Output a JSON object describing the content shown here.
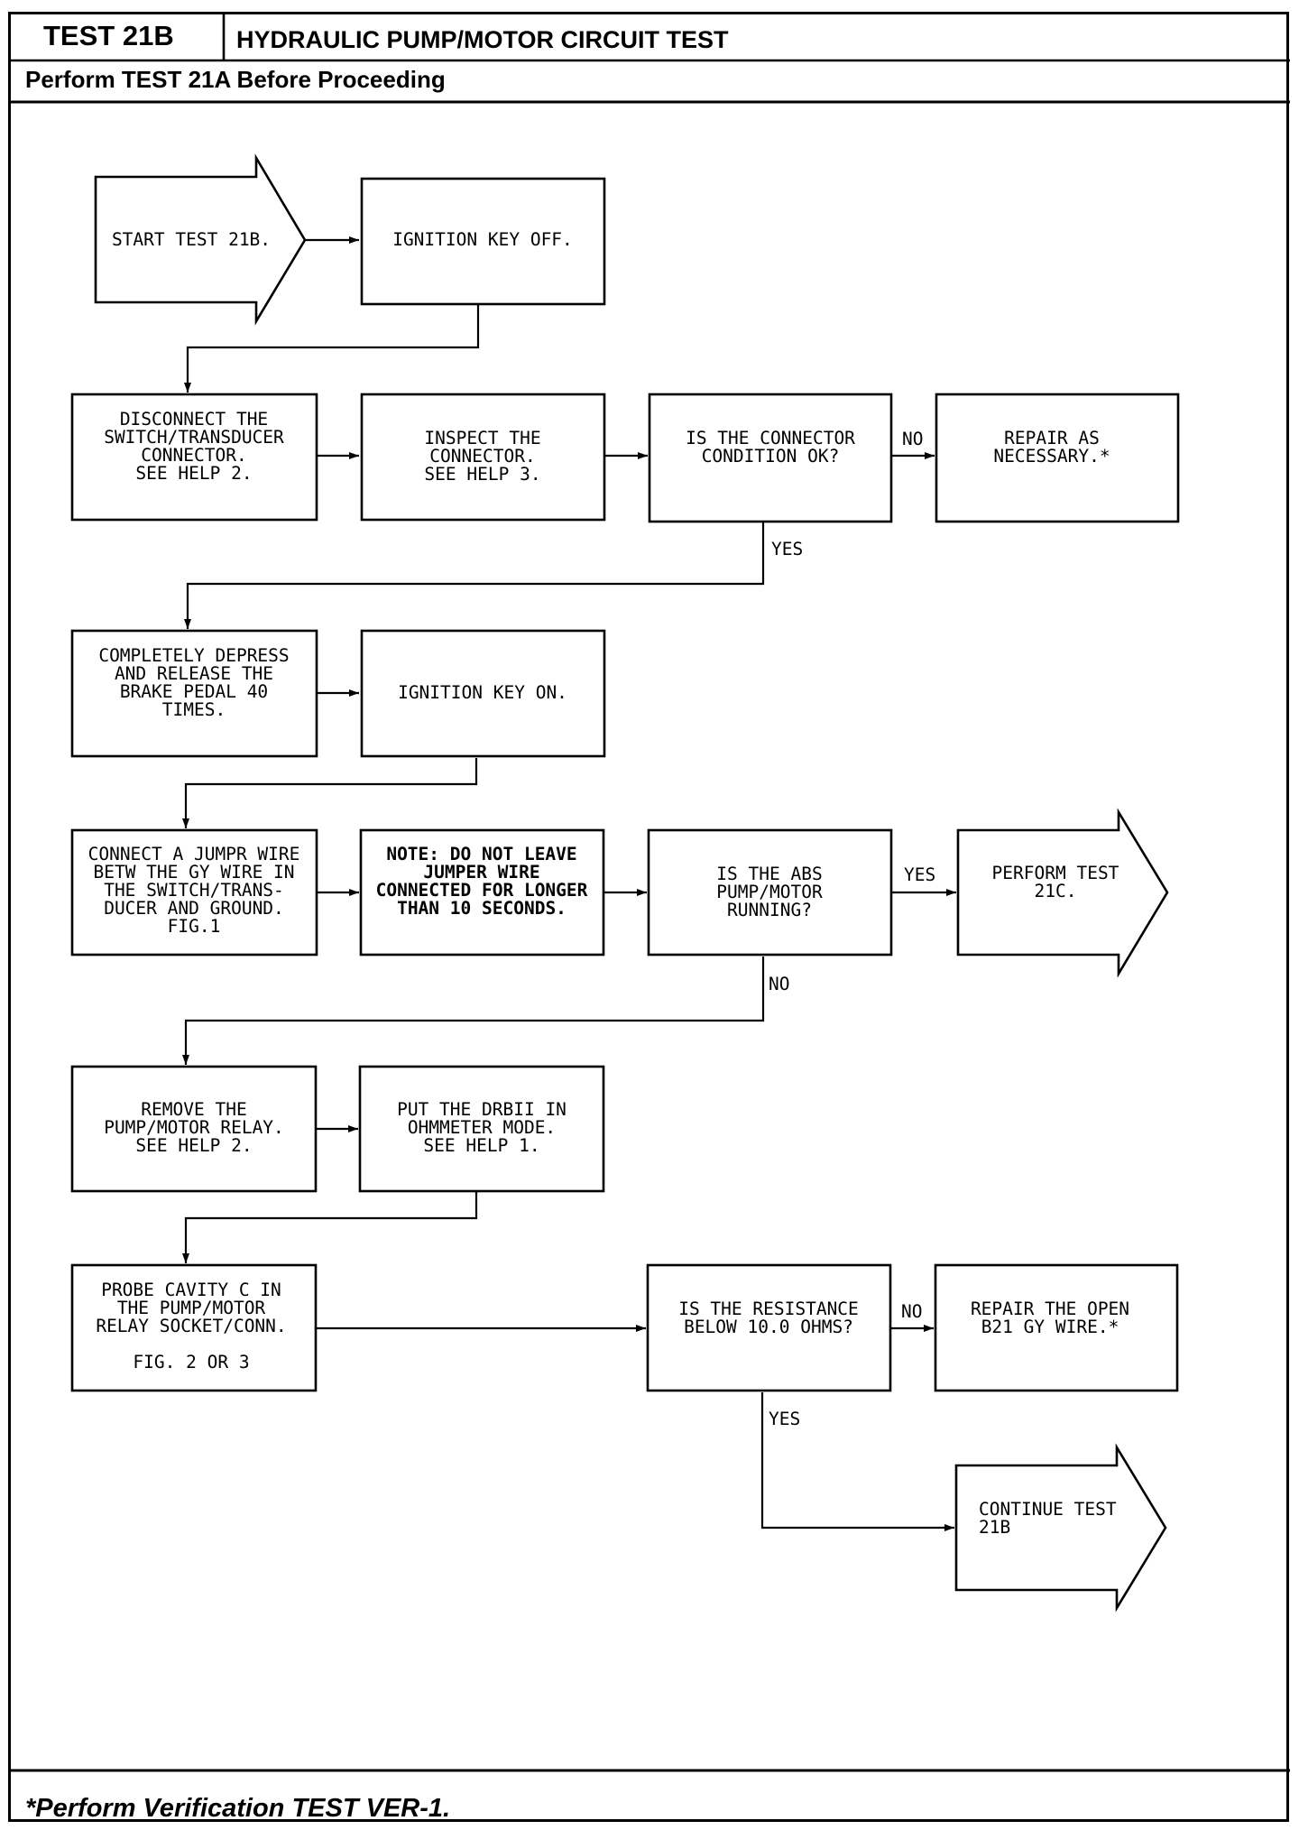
{
  "header": {
    "test_id": "TEST 21B",
    "title": "HYDRAULIC PUMP/MOTOR CIRCUIT TEST",
    "prerequisite": "Perform TEST 21A Before Proceeding"
  },
  "flow": {
    "start": [
      "START TEST 21B."
    ],
    "key_off": [
      "IGNITION KEY OFF."
    ],
    "disconnect": [
      "DISCONNECT THE",
      "SWITCH/TRANSDUCER",
      "CONNECTOR.",
      "SEE HELP 2."
    ],
    "inspect": [
      "INSPECT THE",
      "CONNECTOR.",
      "SEE HELP 3."
    ],
    "q_connector": [
      "IS THE CONNECTOR",
      "CONDITION OK?"
    ],
    "repair_connector": [
      "REPAIR AS",
      "NECESSARY.*"
    ],
    "depress": [
      "COMPLETELY DEPRESS",
      "AND RELEASE THE",
      "BRAKE PEDAL 40",
      "TIMES."
    ],
    "key_on": [
      "IGNITION KEY ON."
    ],
    "jumper": [
      "CONNECT A JUMPR WIRE",
      "BETW THE GY WIRE IN",
      "THE SWITCH/TRANS-",
      "DUCER AND GROUND.",
      "FIG.1"
    ],
    "note": [
      "NOTE: DO NOT LEAVE",
      "JUMPER WIRE",
      "CONNECTED FOR LONGER",
      "THAN 10 SECONDS."
    ],
    "q_running": [
      "IS THE ABS",
      "PUMP/MOTOR",
      "RUNNING?"
    ],
    "perform_21c": [
      "PERFORM TEST",
      "21C."
    ],
    "remove_relay": [
      "REMOVE THE",
      "PUMP/MOTOR RELAY.",
      "SEE HELP 2."
    ],
    "drbii": [
      "PUT THE DRBII IN",
      "OHMMETER MODE.",
      "SEE HELP 1."
    ],
    "probe": [
      "PROBE CAVITY C IN",
      "THE PUMP/MOTOR",
      "RELAY SOCKET/CONN.",
      "",
      "FIG. 2 OR 3"
    ],
    "q_resistance": [
      "IS THE RESISTANCE",
      "BELOW 10.0 OHMS?"
    ],
    "repair_open": [
      "REPAIR THE OPEN",
      "B21 GY WIRE.*"
    ],
    "continue": [
      "CONTINUE TEST",
      "21B"
    ]
  },
  "labels": {
    "no": "NO",
    "yes": "YES"
  },
  "footer": {
    "note": "*Perform Verification TEST VER-1."
  }
}
